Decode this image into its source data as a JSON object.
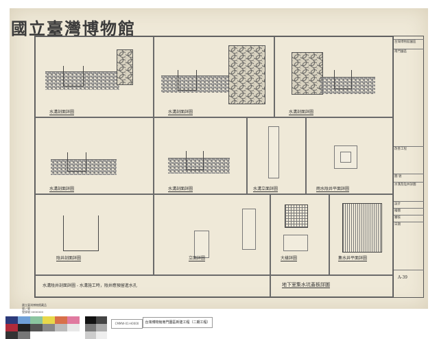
{
  "watermark": "國立臺灣博物館",
  "captions": {
    "r1c1": "水溝剖面詳圖",
    "r1c2": "水溝剖面詳圖",
    "r1c3": "水溝剖面詳圖",
    "r2c1": "水溝剖面詳圖",
    "r2c2": "水溝剖面詳圖",
    "r2c3": "水溝立面詳圖",
    "r2c4": "雨水陰井平面詳圖",
    "r3c1": "陰井剖面詳圖",
    "r3c2": "立面詳圖",
    "r3c3": "大樣詳圖",
    "r3c4": "集水井平面詳圖",
    "bottom_note": "水溝陰井剖面詳圖 - 水溝施工時，陰井應預留進水孔",
    "bottom_title": "地下室集水坑蓋板詳圖"
  },
  "titleblock": {
    "rows": [
      "台灣博物館園區",
      "南門園區",
      "改善工程",
      "圖 號",
      "水溝及陰井詳圖",
      "設計",
      "繪圖",
      "審核",
      "日期"
    ],
    "sheet_no": "A-39"
  },
  "stamp_note": [
    "國立臺灣博物館藏品",
    "號 / 號",
    "登錄號 0000000"
  ],
  "barcode_label": "CMMW-01-H0000",
  "project_label": "台灣博物館南門園區新建工程（二期工程）",
  "swatch_colors": [
    "#2c3a7a",
    "#6fa0d8",
    "#8bc5a0",
    "#e8d84a",
    "#d8704a",
    "#e07aa0",
    "#b02a3a",
    "#222222",
    "#555555",
    "#888888",
    "#bbbbbb",
    "#e8e8e8",
    "#333333",
    "#777777"
  ],
  "gray_colors": [
    "#111111",
    "#444444",
    "#777777",
    "#aaaaaa",
    "#cccccc",
    "#eeeeee"
  ]
}
